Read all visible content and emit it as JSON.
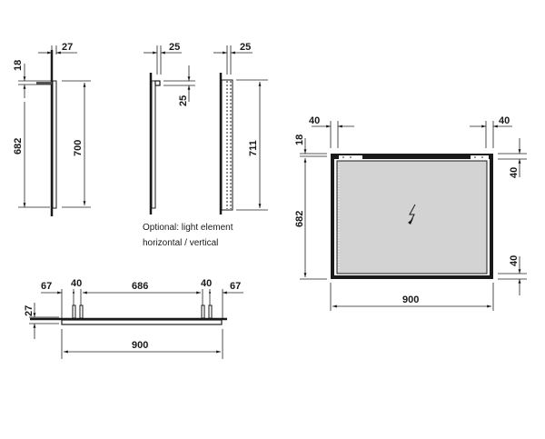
{
  "views": {
    "side_view": {
      "dims": {
        "depth_top": "27",
        "offset_top": "18",
        "height_inner": "682",
        "height_total": "700"
      }
    },
    "side_view_light_horizontal": {
      "dims": {
        "depth_top": "25",
        "offset_light": "25"
      }
    },
    "side_view_light_vertical": {
      "dims": {
        "depth_top": "25",
        "height_light": "711"
      }
    },
    "note": {
      "line1": "Optional: light element",
      "line2": "horizontal / vertical"
    },
    "top_view": {
      "dims": {
        "left_offset": "67",
        "left_spacing": "40",
        "center_span": "686",
        "right_spacing": "40",
        "right_offset": "67",
        "depth": "27",
        "width": "900"
      }
    },
    "front_view": {
      "dims": {
        "left_inset": "40",
        "right_inset": "40",
        "top_offset": "18",
        "height": "682",
        "right_top": "40",
        "right_bottom": "40",
        "width": "900"
      },
      "symbol": "electric-bolt",
      "mirror_color": "#d3d3d3",
      "frame_color": "#1a1a1a"
    }
  }
}
